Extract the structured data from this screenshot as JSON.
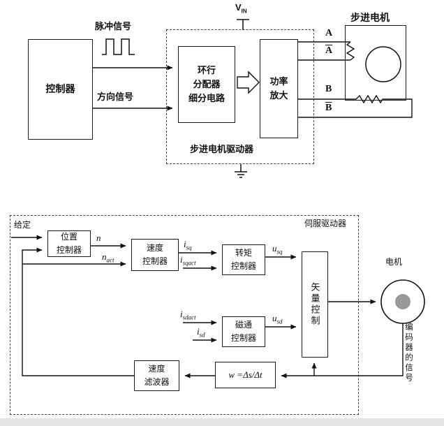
{
  "top": {
    "controller": "控制器",
    "pulse_signal": "脉冲信号",
    "direction_signal": "方向信号",
    "ring_distributor": "环行\n分配器\n细分电路",
    "power_amp": "功率\n放大",
    "driver_label": "步进电机驱动器",
    "stepper_motor": "步进电机",
    "vin": {
      "base": "V",
      "sub": "IN"
    },
    "phases": {
      "a": "A",
      "a_bar": "A",
      "b": "B",
      "b_bar": "B"
    }
  },
  "servo": {
    "title": "伺服驱动器",
    "setpoint": "给定",
    "position_controller": "位置\n控制器",
    "speed_controller": "速度\n控制器",
    "torque_controller": "转矩\n控制器",
    "flux_controller": "磁通\n控制器",
    "vector_control": "矢量控制",
    "speed_filter": "速度\n滤波器",
    "omega_formula": "w =Δs/Δt",
    "motor": "电机",
    "encoder_signal": "编码器的信号",
    "labels": {
      "n": {
        "base": "n",
        "sub": ""
      },
      "nact": {
        "base": "n",
        "sub": "act"
      },
      "isq": {
        "base": "i",
        "sub": "sq"
      },
      "isqact": {
        "base": "i",
        "sub": "sqact"
      },
      "isd": {
        "base": "i",
        "sub": "sd"
      },
      "isdact": {
        "base": "i",
        "sub": "sdact"
      },
      "usq": {
        "base": "u",
        "sub": "sq"
      },
      "usd": {
        "base": "u",
        "sub": "sd"
      }
    }
  },
  "colors": {
    "line": "#111111",
    "motor_inner": "#999999",
    "background": "#ffffff"
  }
}
